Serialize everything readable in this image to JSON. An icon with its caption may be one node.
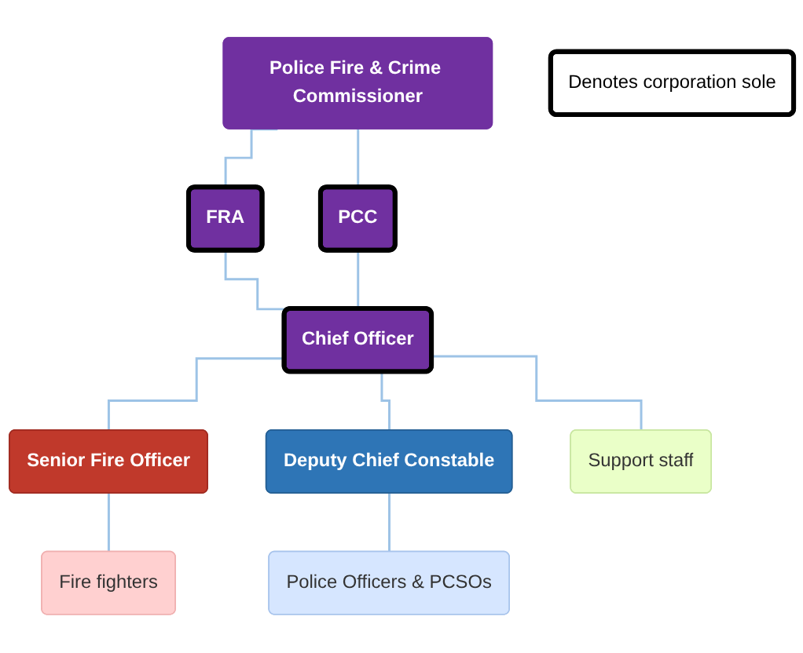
{
  "diagram": {
    "nodes": [
      {
        "text": [
          "Police Fire & Crime Commissioner"
        ]
      },
      {
        "text": [
          "Denotes corporation sole"
        ]
      },
      {
        "text": [
          "FRA"
        ]
      },
      {
        "text": [
          "PCC"
        ]
      },
      {
        "text": [
          "Chief Officer"
        ]
      },
      {
        "text": [
          "Senior Fire Officer"
        ]
      },
      {
        "text": [
          "Deputy Chief Constable"
        ]
      },
      {
        "text": [
          "Fire fighters"
        ]
      },
      {
        "text": [
          "Support staff"
        ]
      },
      {
        "text": [
          "Police Officers & PCSOs"
        ]
      }
    ],
    "edges": [
      {
        "from": 0,
        "to": 2,
        "arrow": "none"
      },
      {
        "from": 0,
        "to": 3,
        "arrow": "none"
      },
      {
        "from": 2,
        "to": 4,
        "arrow": "none"
      },
      {
        "from": 3,
        "to": 4,
        "arrow": "none"
      },
      {
        "from": 4,
        "to": 5,
        "arrow": "none"
      },
      {
        "from": 4,
        "to": 8,
        "arrow": "none"
      },
      {
        "from": 4,
        "to": 6,
        "arrow": "none"
      },
      {
        "from": 5,
        "to": 7,
        "arrow": "none"
      },
      {
        "from": 6,
        "to": 9,
        "arrow": "none"
      }
    ]
  }
}
